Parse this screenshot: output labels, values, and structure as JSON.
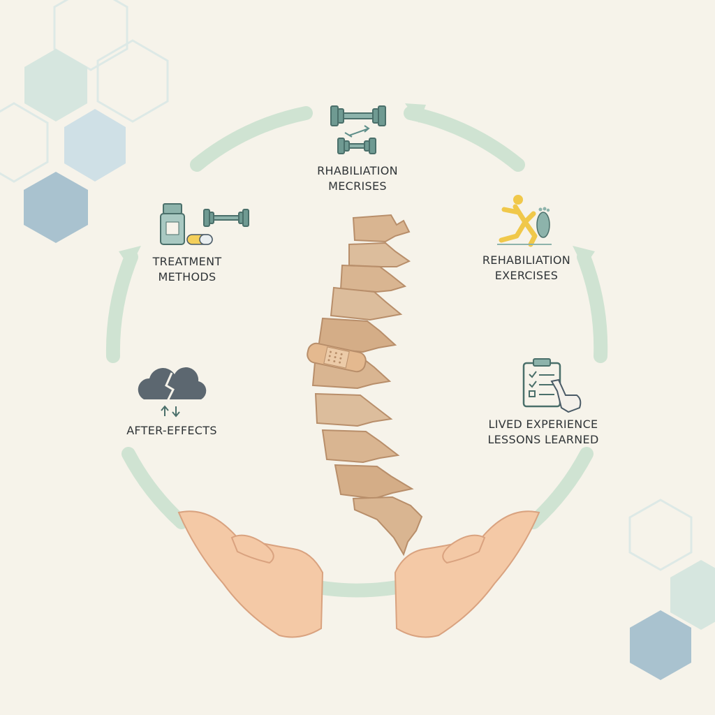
{
  "diagram": {
    "nodes": [
      {
        "id": "top",
        "icon": "dumbbells-icon",
        "lines": [
          "RHABILIATION",
          "MECRISES"
        ]
      },
      {
        "id": "upper-left",
        "icon": "medicine-bottle-and-dumbbell-icon",
        "lines": [
          "TREATMENT",
          "METHODS"
        ]
      },
      {
        "id": "upper-right",
        "icon": "running-figure-and-footprint-icon",
        "lines": [
          "REHABILIATION",
          "EXERCISES"
        ]
      },
      {
        "id": "lower-left",
        "icon": "cracked-cloud-icon",
        "lines": [
          "AFTER-EFFECTS"
        ]
      },
      {
        "id": "lower-right",
        "icon": "clipboard-checklist-icon",
        "lines": [
          "LIVED EXPERIENCE",
          "LESSONS LEARNED"
        ]
      }
    ],
    "center": {
      "icon": "spine-with-bandage-icon"
    },
    "base": {
      "icon": "supporting-hands-icon"
    }
  },
  "colors": {
    "ring": "#cfe3d2",
    "bone": "#d9b591",
    "bone_shadow": "#b88e6a",
    "skin": "#f4c9a6",
    "teal": "#5f8f8a",
    "slate": "#4a5a66",
    "hex_light": "#dbe9e6",
    "hex_blue": "#a9c2cf",
    "background": "#f6f3ea"
  }
}
